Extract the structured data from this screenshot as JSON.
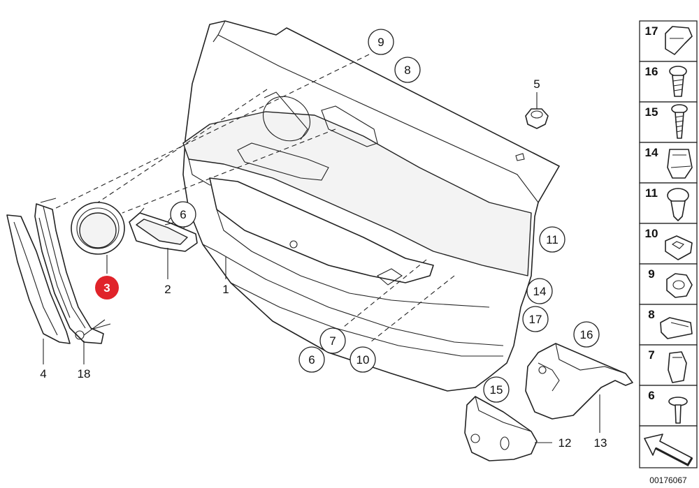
{
  "diagram": {
    "catalog_number": "00176067",
    "highlight_color": "#e0232a",
    "callouts": {
      "c1": "1",
      "c2": "2",
      "c3": "3",
      "c4": "4",
      "c5": "5",
      "c6a": "6",
      "c6b": "6",
      "c7": "7",
      "c8": "8",
      "c9": "9",
      "c10": "10",
      "c11": "11",
      "c12": "12",
      "c13": "13",
      "c14": "14",
      "c15": "15",
      "c16": "16",
      "c17": "17",
      "c18": "18"
    },
    "side_panel": [
      "17",
      "16",
      "15",
      "14",
      "11",
      "10",
      "9",
      "8",
      "7",
      "6"
    ]
  }
}
